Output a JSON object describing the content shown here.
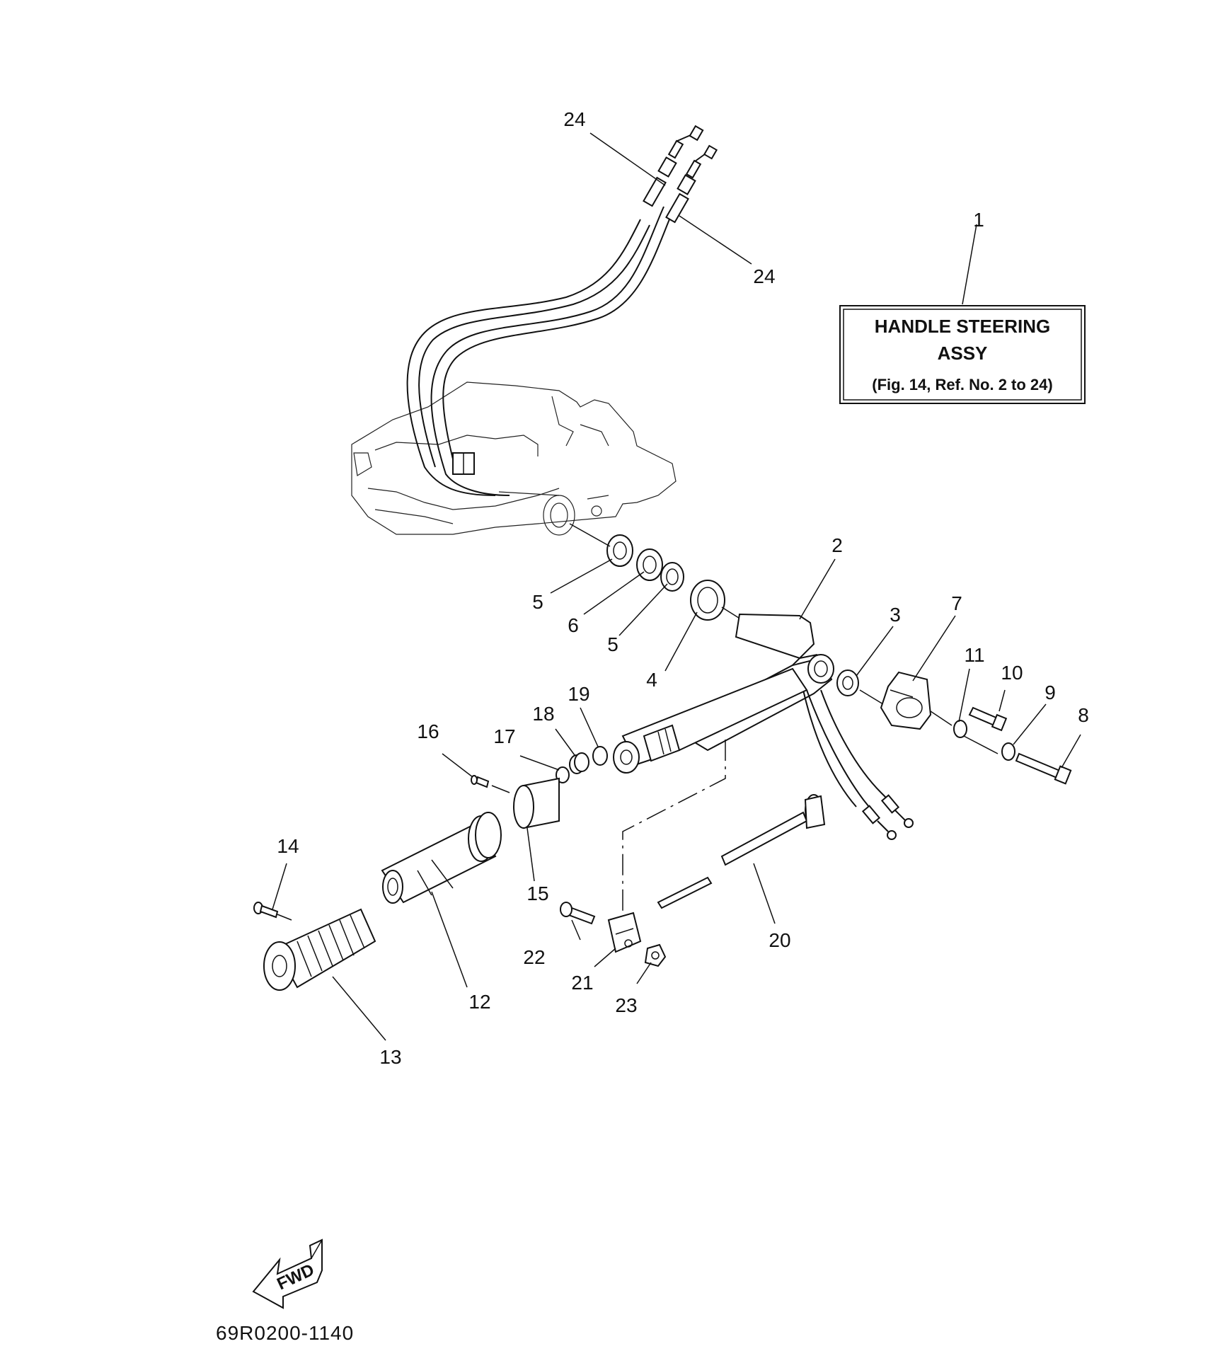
{
  "assembly_label": {
    "line1": "HANDLE STEERING",
    "line2": "ASSY",
    "line3": "(Fig. 14, Ref. No. 2 to 24)"
  },
  "callouts": {
    "c1": "1",
    "c2": "2",
    "c3": "3",
    "c4": "4",
    "c5a": "5",
    "c5b": "5",
    "c6": "6",
    "c7": "7",
    "c8": "8",
    "c9": "9",
    "c10": "10",
    "c11": "11",
    "c12": "12",
    "c13": "13",
    "c14": "14",
    "c15": "15",
    "c16": "16",
    "c17": "17",
    "c18": "18",
    "c19": "19",
    "c20": "20",
    "c21": "21",
    "c22": "22",
    "c23": "23",
    "c24a": "24",
    "c24b": "24"
  },
  "fwd_arrow": {
    "text": "FWD"
  },
  "drawing_code": "69R0200-1140"
}
